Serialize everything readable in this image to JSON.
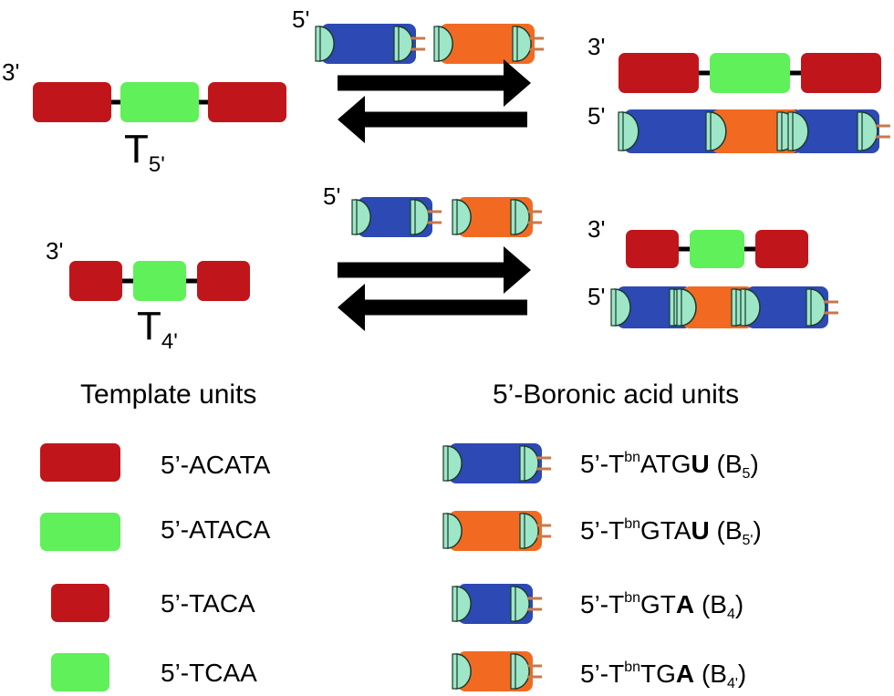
{
  "colors": {
    "red": "#c0161b",
    "green": "#5ff05a",
    "blue": "#2d49b3",
    "orange": "#f26a22",
    "cap": "#9ee6c8"
  },
  "top_row": {
    "template_prime": "3'",
    "template_label": "T",
    "template_sub": "5'",
    "units_prime": "5'",
    "product_template_prime": "3'",
    "product_units_prime": "5'"
  },
  "bottom_row": {
    "template_prime": "3'",
    "template_label": "T",
    "template_sub": "4'",
    "units_prime": "5'",
    "product_template_prime": "3'",
    "product_units_prime": "5'"
  },
  "legend": {
    "template_heading": "Template units",
    "boronic_heading": "5’-Boronic acid units",
    "template_units": [
      "5’-ACATA",
      "5’-ATACA",
      "5’-TACA",
      "5’-TCAA"
    ],
    "boronic_units": [
      {
        "pre": "5’-T",
        "sup": "bn",
        "seq": "ATG",
        "bold": "U",
        "name": "(B",
        "sub": "5",
        "end": ")"
      },
      {
        "pre": "5’-T",
        "sup": "bn",
        "seq": "GTA",
        "bold": "U",
        "name": "(B",
        "sub": "5'",
        "end": ")"
      },
      {
        "pre": "5’-T",
        "sup": "bn",
        "seq": "GT",
        "bold": "A",
        "name": "(B",
        "sub": "4",
        "end": ")"
      },
      {
        "pre": "5’-T",
        "sup": "bn",
        "seq": "TG",
        "bold": "A",
        "name": "(B",
        "sub": "4'",
        "end": ")"
      }
    ]
  }
}
